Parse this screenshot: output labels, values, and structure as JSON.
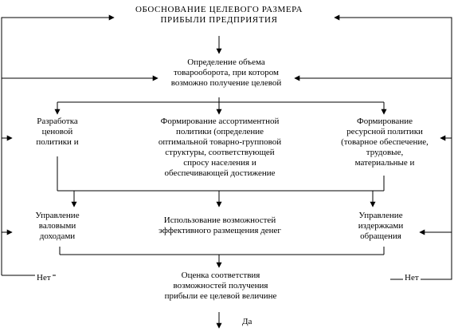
{
  "diagram": {
    "title_box": [
      "ОБОСНОВАНИЕ ЦЕЛЕВОГО РАЗМЕРА",
      "ПРИБЫЛИ ПРЕДПРИЯТИЯ"
    ],
    "turnover_box": [
      "Определение объема",
      "товарооборота, при котором",
      "возможно получение целевой"
    ],
    "price_policy_box": [
      "Разработка",
      "ценовой",
      "политики и"
    ],
    "assortment_policy_box": [
      "Формирование ассортиментной",
      "политики (определение",
      "оптимальной товарно-групповой",
      "структуры, соответствующей",
      "спросу населения и",
      "обеспечивающей достижение"
    ],
    "resource_policy_box": [
      "Формирование",
      "ресурсной политики",
      "(товарное обеспечение,",
      "трудовые,",
      "материальные и"
    ],
    "gross_income_box": [
      "Управление",
      "валовыми",
      "доходами"
    ],
    "money_placement_box": [
      "Использование возможностей",
      "эффективного размещения денег"
    ],
    "costs_box": [
      "Управление",
      "издержками",
      "обращения"
    ],
    "assessment_box": [
      "Оценка соответствия",
      "возможностей получения",
      "прибыли ее целевой величине"
    ],
    "label_no_left": "Нет",
    "label_no_right": "Нет",
    "label_yes": "Да"
  }
}
